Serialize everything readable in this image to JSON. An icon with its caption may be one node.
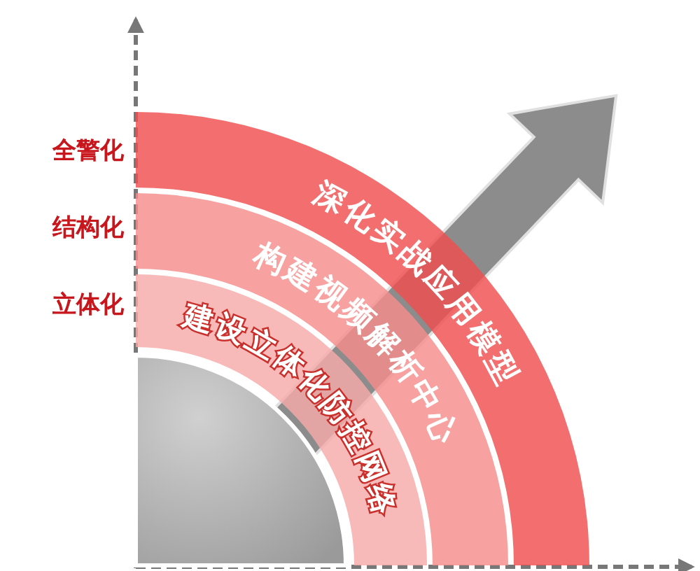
{
  "diagram": {
    "nodes": [
      {
        "text": [
          "深化实战应用模型"
        ]
      },
      {
        "text": [
          "构建视频解析中心"
        ]
      },
      {
        "text": [
          "建设立体化防控网络"
        ]
      }
    ],
    "labels": [
      "全警化",
      "结构化",
      "立体化"
    ]
  }
}
